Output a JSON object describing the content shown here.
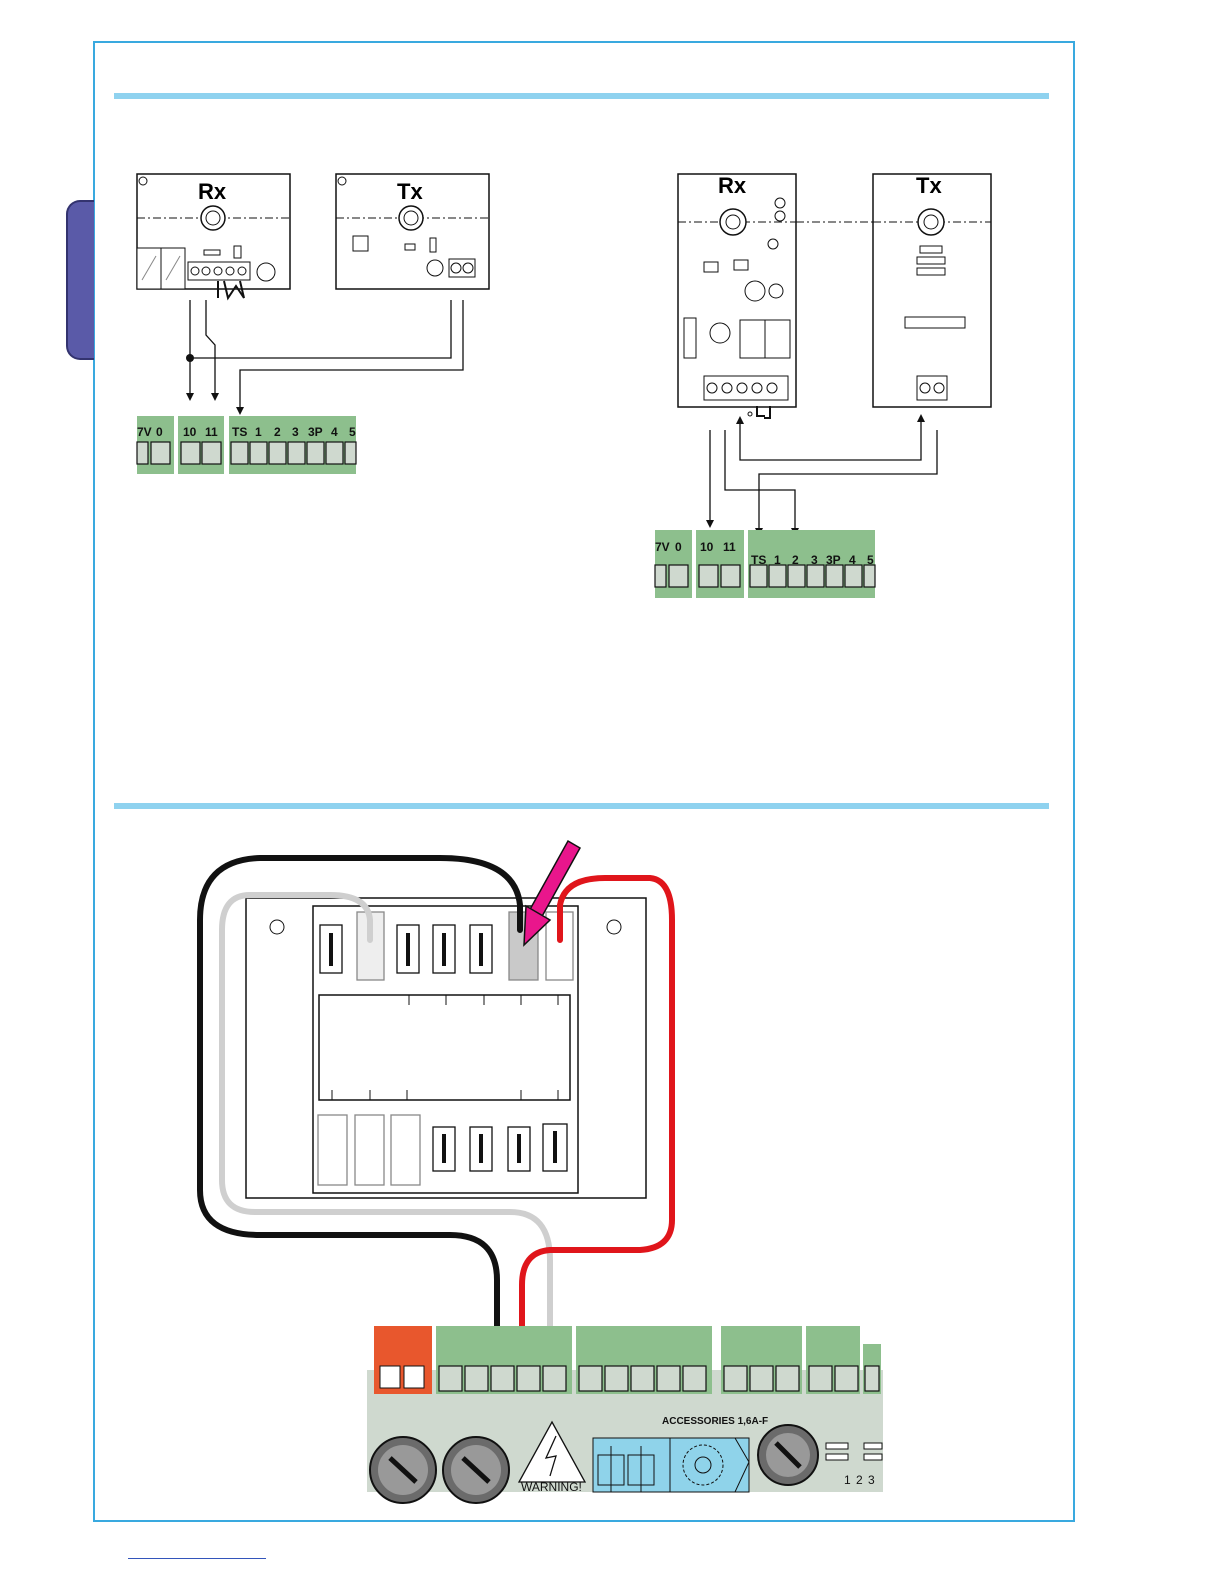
{
  "diagram_a": {
    "rx_label": "Rx",
    "tx_label": "Tx",
    "terminals": [
      "7V",
      "0",
      "10",
      "11",
      "TS",
      "1",
      "2",
      "3",
      "3P",
      "4",
      "5"
    ]
  },
  "diagram_b": {
    "rx_label": "Rx",
    "tx_label": "Tx",
    "terminals": [
      "7V",
      "0",
      "10",
      "11",
      "TS",
      "1",
      "2",
      "3",
      "3P",
      "4",
      "5"
    ]
  },
  "control_board": {
    "accessories_label": "ACCESSORIES 1,6A-F",
    "warning_label": "WARNING!",
    "dip_labels": [
      "1",
      "2",
      "3"
    ]
  },
  "colors": {
    "frame": "#39a9df",
    "rule": "#8fd2ef",
    "side_tab": "#5a5aa8",
    "terminal_green": "#8dbf8d",
    "board_grey": "#cfd9cf",
    "orange_block": "#e8572d",
    "red_wire": "#e0151b",
    "grey_wire": "#cfcfcf",
    "black_wire": "#111111",
    "arrow": "#e9168c",
    "relay_blue": "#8fd3ea"
  }
}
